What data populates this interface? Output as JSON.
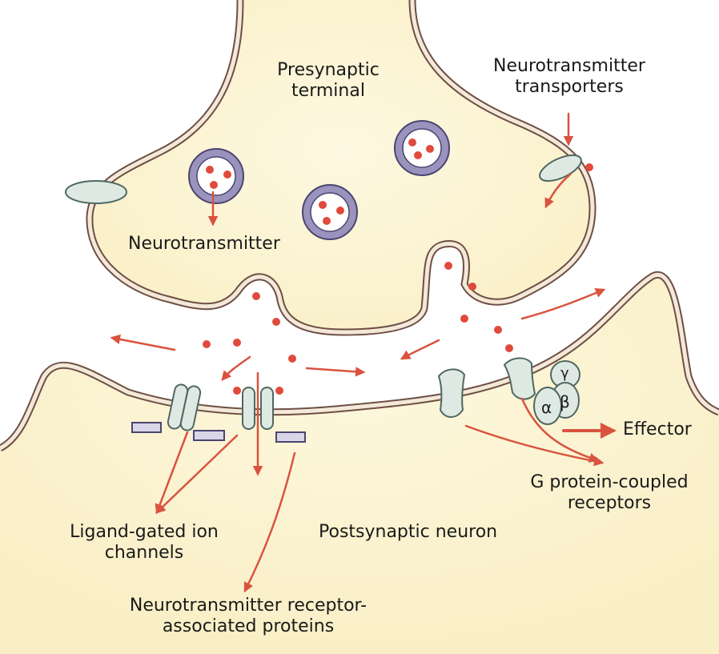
{
  "labels": {
    "presynaptic_line1": "Presynaptic",
    "presynaptic_line2": "terminal",
    "transporters_line1": "Neurotransmitter",
    "transporters_line2": "transporters",
    "neurotransmitter": "Neurotransmitter",
    "effector": "Effector",
    "gpcr_line1": "G protein-coupled",
    "gpcr_line2": "receptors",
    "ligand_line1": "Ligand-gated ion",
    "ligand_line2": "channels",
    "postsynaptic": "Postsynaptic neuron",
    "associated_line1": "Neurotransmitter receptor-",
    "associated_line2": "associated proteins",
    "alpha": "α",
    "beta": "β",
    "gamma": "γ"
  },
  "colors": {
    "arrow": "#d9533f",
    "dot": "#e04a3c",
    "membrane_outer": "#6e4f45",
    "membrane_inner": "#f4e9d9",
    "cytoplasm": "#fbf4d8",
    "vesicle_ring": "#9a93be",
    "protein_fill": "#dfe9e4",
    "protein_stroke": "#4f6860",
    "associated_protein": "#d9d6e8"
  }
}
